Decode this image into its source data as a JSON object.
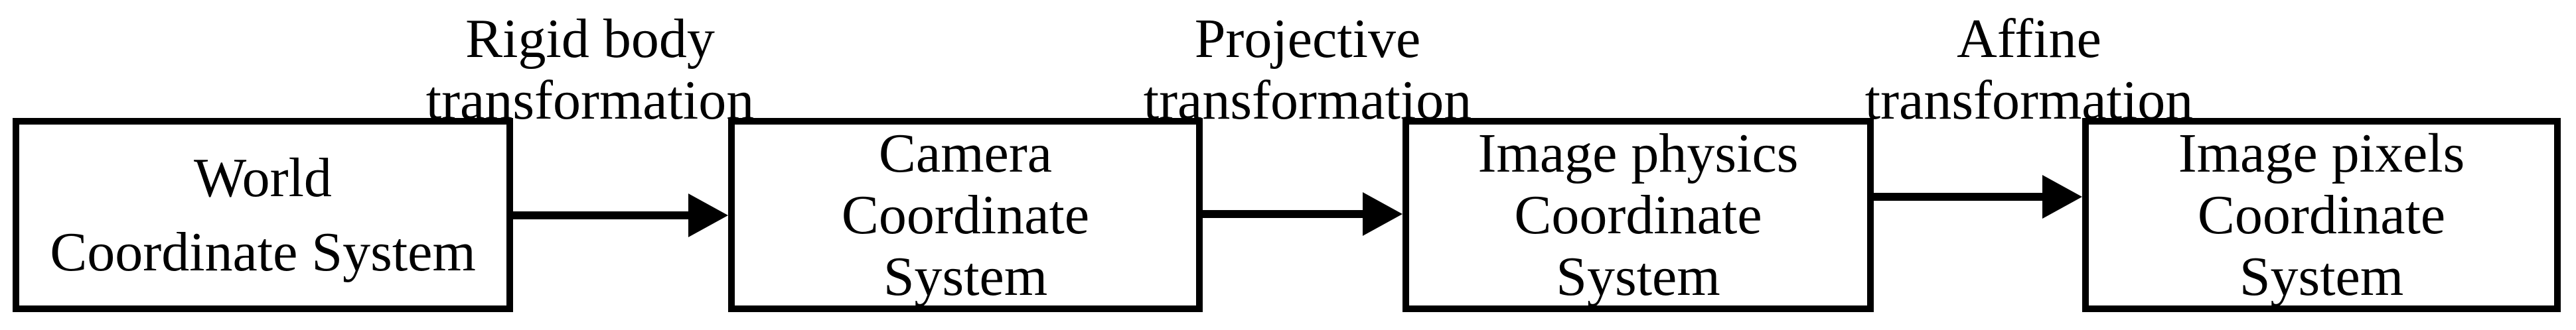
{
  "figure": {
    "background_color": "#ffffff",
    "line_color": "#000000"
  },
  "nodes": [
    {
      "id": "world",
      "lines": [
        "World",
        "Coordinate System"
      ]
    },
    {
      "id": "camera",
      "lines": [
        "Camera",
        "Coordinate",
        "System"
      ]
    },
    {
      "id": "image-physics",
      "lines": [
        "Image physics",
        "Coordinate",
        "System"
      ]
    },
    {
      "id": "image-pixels",
      "lines": [
        "Image pixels",
        "Coordinate",
        "System"
      ]
    }
  ],
  "edges": [
    {
      "id": "rigid-body",
      "from": "world",
      "to": "camera",
      "label_lines": [
        "Rigid body",
        "transformation"
      ]
    },
    {
      "id": "projective",
      "from": "camera",
      "to": "image-physics",
      "label_lines": [
        "Projective",
        "transformation"
      ]
    },
    {
      "id": "affine",
      "from": "image-physics",
      "to": "image-pixels",
      "label_lines": [
        "Affine",
        "transformation"
      ]
    }
  ]
}
